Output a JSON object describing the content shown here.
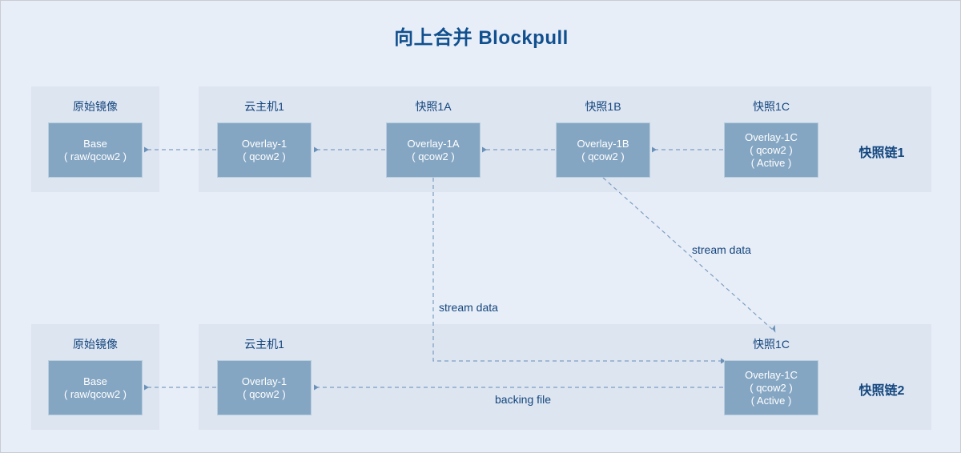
{
  "title": "向上合并 Blockpull",
  "colors": {
    "page_background": "#e8eef8",
    "panel_background": "#dde5f1",
    "node_fill": "#85a6c3",
    "node_border": "#b9cede",
    "text_dark_blue": "#14467e",
    "title_blue": "#11508f",
    "link_line": "#7c9ec2"
  },
  "chains": [
    {
      "id": "chain1",
      "chain_label": "快照链1",
      "groups": [
        {
          "name": "原始镜像",
          "node": {
            "lines": [
              "Base",
              "( raw/qcow2 )"
            ]
          }
        },
        {
          "name": "云主机1",
          "node": {
            "lines": [
              "Overlay-1",
              "( qcow2 )"
            ]
          }
        },
        {
          "name": "快照1A",
          "node": {
            "lines": [
              "Overlay-1A",
              "( qcow2 )"
            ]
          }
        },
        {
          "name": "快照1B",
          "node": {
            "lines": [
              "Overlay-1B",
              "( qcow2 )"
            ]
          }
        },
        {
          "name": "快照1C",
          "node": {
            "lines": [
              "Overlay-1C",
              "( qcow2 )",
              "( Active )"
            ]
          }
        }
      ]
    },
    {
      "id": "chain2",
      "chain_label": "快照链2",
      "groups": [
        {
          "name": "原始镜像",
          "node": {
            "lines": [
              "Base",
              "( raw/qcow2 )"
            ]
          }
        },
        {
          "name": "云主机1",
          "node": {
            "lines": [
              "Overlay-1",
              "( qcow2 )"
            ]
          }
        },
        {
          "name": "快照1C",
          "node": {
            "lines": [
              "Overlay-1C",
              "( qcow2 )",
              "( Active )"
            ]
          }
        }
      ]
    }
  ],
  "edge_labels": {
    "stream_data_diagonal": "stream data",
    "stream_data_vertical": "stream data",
    "backing_file": "backing file"
  }
}
